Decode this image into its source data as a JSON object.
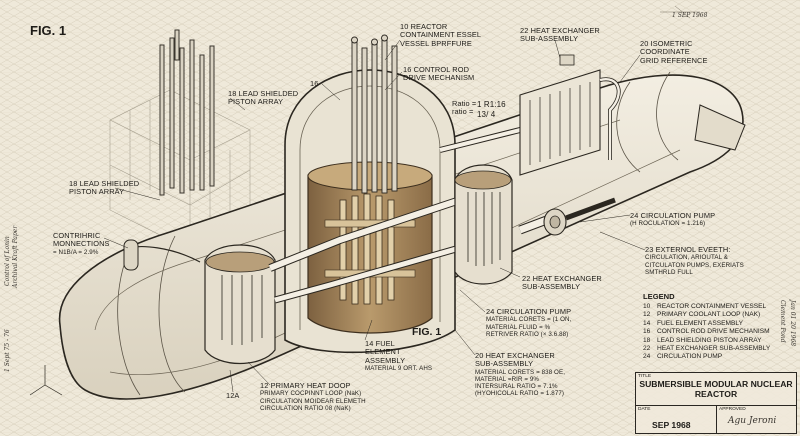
{
  "figure": {
    "title": "FIG. 1",
    "center_title": "FIG. 1"
  },
  "labels": {
    "l10": {
      "lines": [
        "10 REACTOR",
        "CONTAINMENT ESSEL",
        "VESSEL bPRFFURE"
      ]
    },
    "l16a": {
      "lines": [
        "16"
      ]
    },
    "l16b": {
      "lines": [
        "16 CONTROL ROD",
        "DRIVE MECHANISM"
      ]
    },
    "l18a": {
      "lines": [
        "18 LEAD SHIELDED",
        "PISTON ARRAY"
      ]
    },
    "l18b": {
      "lines": [
        "18 LEAD SHIELDED",
        "PISTON ARRAY"
      ]
    },
    "l22a": {
      "lines": [
        "22 HEAT EXCHANGER",
        "SUB-ASSEMBLY"
      ]
    },
    "l20a": {
      "lines": [
        "20 ISOMETRIC",
        "COORDINATE",
        "GRID REFERENCE"
      ]
    },
    "ratio": {
      "lines": [
        "Ratio =",
        "ratio ="
      ]
    },
    "ratio_val": {
      "lines": [
        "1   R1:16",
        "13/ 4"
      ]
    },
    "contr": {
      "lines": [
        "CONTRIHRIC",
        "MONNECTIONS"
      ],
      "sub": "= N1B/A = 2.9%"
    },
    "l24a": {
      "lines": [
        "24 CIRCULATION PUMP"
      ],
      "sub": "(H ROCULATION = 1.216)"
    },
    "l23": {
      "lines": [
        "23 EXTERNOL EVEETH:"
      ],
      "sub": "CIRCULATION, ARIOUTAL &\nCITCULATON PUMPS, EXERIATS\nSMTHRLD FULL"
    },
    "l22b": {
      "lines": [
        "22 HEAT EXCHANGER",
        "SUB-ASSEMBLY"
      ]
    },
    "l24b": {
      "lines": [
        "24 CIRCULATION PUMP"
      ],
      "sub": "MATERIAL CORETS = (1 ON,\nMATERIAL FLUID = %\nRETRIVER RATIO (× 3.6.88)"
    },
    "l14": {
      "lines": [
        "14 FUEL",
        "ELEMENT",
        "ASSEMBLY"
      ],
      "sub": "MATERIAL 9 ORT. AHS"
    },
    "l20b": {
      "lines": [
        "20 HEAT EXCHANGER",
        "SUB-ASSEMBLY"
      ],
      "sub": "MATERIAL CORETS = 838 OE,\nMATERIAL =RIR = 9%\nINTERSURAL RATIO = 7.1%\n(HYOHICOLAL RATIO = 1.877)"
    },
    "l12": {
      "lines": [
        "12 PRIMARY HEAT DOOP"
      ],
      "sub": "PRIMARY COCPINNT LOOP (NaK)\nCIRCULATION MOIDEAR ELEMETH\nCIRCULATION RATIO 08 (NaK)"
    },
    "l12a": {
      "lines": [
        "12a"
      ]
    }
  },
  "legend": {
    "title": "LEGEND",
    "items": [
      {
        "key": "10",
        "text": "REACTOR CONTAINMENT VESSEL"
      },
      {
        "key": "12",
        "text": "PRIMARY COOLANT LOOP (NaK)"
      },
      {
        "key": "14",
        "text": "FUEL ELEMENT ASSEMBLY"
      },
      {
        "key": "16",
        "text": "CONTROL ROD DRIVE MECHANISM"
      },
      {
        "key": "18",
        "text": "LEAD SHIELDING PISTON ARRAY"
      },
      {
        "key": "22",
        "text": "HEAT EXCHANGER SUB-ASSEMBLY"
      },
      {
        "key": "24",
        "text": "CIRCULATION PUMP"
      }
    ]
  },
  "title_block": {
    "title_caption": "TITLE",
    "title_text": "SUBMERSIBLE MODULAR NUCLEAR REACTOR",
    "date_caption": "DATE",
    "date": "SEP 1968",
    "approved_caption": "APPROVED",
    "signature": "Agu Jeroni"
  },
  "handwriting": {
    "top_right": "1 SEP 1968",
    "left_vertical_1": "Control of Lonin",
    "left_vertical_2": "Archival Kraft Paper",
    "left_vertical_3": "1 Sept 75 - 76",
    "right_vertical_1": "Clement Pond",
    "right_vertical_2": "Jan 01 20 1968"
  },
  "colors": {
    "paper": "#efe9da",
    "ink": "#1e1c18",
    "core_copper": "#a9875b",
    "grid": "#c9c0ab"
  }
}
